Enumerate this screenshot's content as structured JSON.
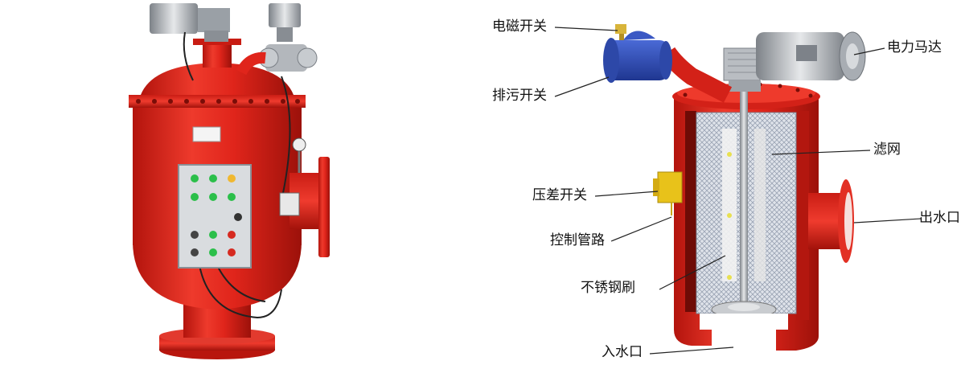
{
  "labels": {
    "solenoid_switch": "电磁开关",
    "drain_switch": "排污开关",
    "diff_pressure_switch": "压差开关",
    "control_piping": "控制管路",
    "stainless_brush": "不锈钢刷",
    "inlet": "入水口",
    "electric_motor": "电力马达",
    "filter_screen": "滤网",
    "outlet": "出水口"
  },
  "colors": {
    "body_red": "#e0251b",
    "body_red_dark": "#a8130c",
    "valve_blue": "#2f4fb8",
    "motor_gray": "#9a9fa6",
    "gauge_yellow": "#e8c21a",
    "panel_gray": "#d9dcdf"
  }
}
